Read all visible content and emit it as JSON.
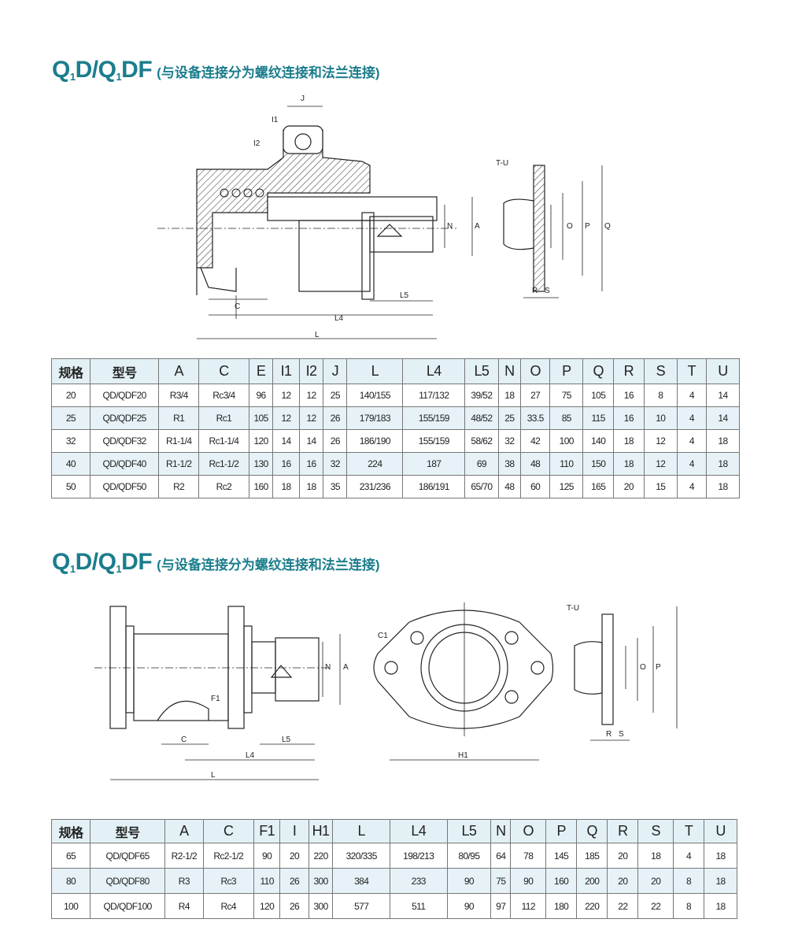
{
  "section1": {
    "title_main": "Q1D/Q1DF",
    "title_sub": "(与设备连接分为螺纹连接和法兰连接)",
    "drawing_labels": {
      "J": "J",
      "I1": "I1",
      "I2": "I2",
      "N": "N",
      "A": "A",
      "C": "C",
      "L5": "L5",
      "L4": "L4",
      "L": "L",
      "TU": "T-U",
      "O": "O",
      "P": "P",
      "Q": "Q",
      "R": "R",
      "S": "S"
    },
    "table": {
      "headers": [
        "规格",
        "型号",
        "A",
        "C",
        "E",
        "I1",
        "I2",
        "J",
        "L",
        "L4",
        "L5",
        "N",
        "O",
        "P",
        "Q",
        "R",
        "S",
        "T",
        "U"
      ],
      "rows": [
        [
          "20",
          "QD/QDF20",
          "R3/4",
          "Rc3/4",
          "96",
          "12",
          "12",
          "25",
          "140/155",
          "117/132",
          "39/52",
          "18",
          "27",
          "75",
          "105",
          "16",
          "8",
          "4",
          "14"
        ],
        [
          "25",
          "QD/QDF25",
          "R1",
          "Rc1",
          "105",
          "12",
          "12",
          "26",
          "179/183",
          "155/159",
          "48/52",
          "25",
          "33.5",
          "85",
          "115",
          "16",
          "10",
          "4",
          "14"
        ],
        [
          "32",
          "QD/QDF32",
          "R1-1/4",
          "Rc1-1/4",
          "120",
          "14",
          "14",
          "26",
          "186/190",
          "155/159",
          "58/62",
          "32",
          "42",
          "100",
          "140",
          "18",
          "12",
          "4",
          "18"
        ],
        [
          "40",
          "QD/QDF40",
          "R1-1/2",
          "Rc1-1/2",
          "130",
          "16",
          "16",
          "32",
          "224",
          "187",
          "69",
          "38",
          "48",
          "110",
          "150",
          "18",
          "12",
          "4",
          "18"
        ],
        [
          "50",
          "QD/QDF50",
          "R2",
          "Rc2",
          "160",
          "18",
          "18",
          "35",
          "231/236",
          "186/191",
          "65/70",
          "48",
          "60",
          "125",
          "165",
          "20",
          "15",
          "4",
          "18"
        ]
      ]
    }
  },
  "section2": {
    "title_main": "Q1D/Q1DF",
    "title_sub": "(与设备连接分为螺纹连接和法兰连接)",
    "drawing_labels": {
      "F1": "F1",
      "C": "C",
      "L5": "L5",
      "L4": "L4",
      "L": "L",
      "N": "N",
      "A": "A",
      "C1": "C1",
      "H1": "H1",
      "TU": "T-U",
      "O": "O",
      "P": "P",
      "R": "R",
      "S": "S"
    },
    "table": {
      "headers": [
        "规格",
        "型号",
        "A",
        "C",
        "F1",
        "I",
        "H1",
        "L",
        "L4",
        "L5",
        "N",
        "O",
        "P",
        "Q",
        "R",
        "S",
        "T",
        "U"
      ],
      "rows": [
        [
          "65",
          "QD/QDF65",
          "R2-1/2",
          "Rc2-1/2",
          "90",
          "20",
          "220",
          "320/335",
          "198/213",
          "80/95",
          "64",
          "78",
          "145",
          "185",
          "20",
          "18",
          "4",
          "18"
        ],
        [
          "80",
          "QD/QDF80",
          "R3",
          "Rc3",
          "110",
          "26",
          "300",
          "384",
          "233",
          "90",
          "75",
          "90",
          "160",
          "200",
          "20",
          "20",
          "8",
          "18"
        ],
        [
          "100",
          "QD/QDF100",
          "R4",
          "Rc4",
          "120",
          "26",
          "300",
          "577",
          "511",
          "90",
          "97",
          "112",
          "180",
          "220",
          "22",
          "22",
          "8",
          "18"
        ]
      ]
    }
  }
}
